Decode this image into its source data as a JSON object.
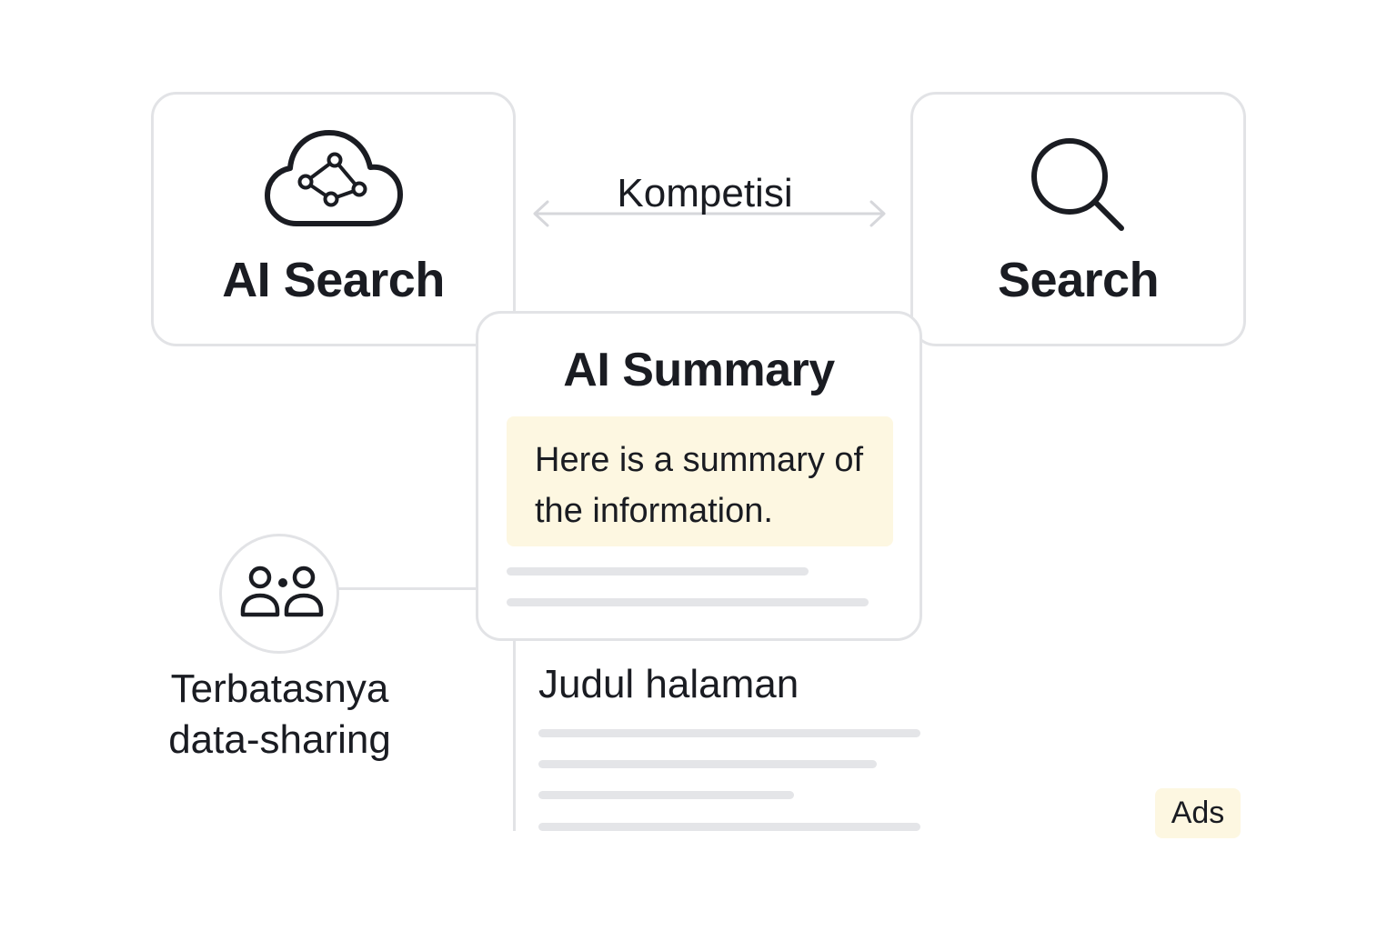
{
  "diagram": {
    "ai_search": {
      "title": "AI Search",
      "icon": "cloud-network-icon"
    },
    "search": {
      "title": "Search",
      "icon": "search-icon"
    },
    "connector": {
      "label": "Kompetisi",
      "icon": "double-arrow-icon"
    },
    "ai_summary": {
      "title": "AI Summary",
      "summary_text": "Here is a summary of the information."
    },
    "data_sharing": {
      "icon": "people-icon",
      "label": "Terbatasnya data-sharing"
    },
    "results": {
      "page_title": "Judul halaman"
    },
    "ads": {
      "label": "Ads"
    }
  },
  "colors": {
    "border": "#e2e3e6",
    "highlight": "#fdf7e1",
    "text": "#1a1c22",
    "placeholder_line": "#e4e5e8"
  }
}
